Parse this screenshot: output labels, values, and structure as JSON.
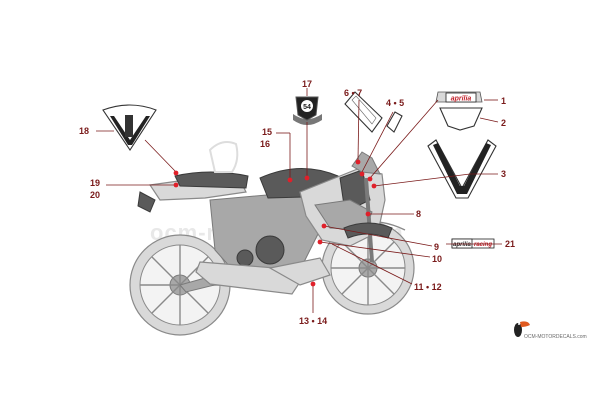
{
  "watermark": "ocm-motordecals.com",
  "footer_url": "OCM-MOTORDECALS.com",
  "callouts": [
    {
      "id": "c1",
      "label": "1"
    },
    {
      "id": "c2",
      "label": "2"
    },
    {
      "id": "c3",
      "label": "3"
    },
    {
      "id": "c45",
      "label": "4 • 5"
    },
    {
      "id": "c67",
      "label": "6 • 7"
    },
    {
      "id": "c8",
      "label": "8"
    },
    {
      "id": "c9",
      "label": "9"
    },
    {
      "id": "c10",
      "label": "10"
    },
    {
      "id": "c1112",
      "label": "11 • 12"
    },
    {
      "id": "c1314",
      "label": "13 • 14"
    },
    {
      "id": "c15",
      "label": "15"
    },
    {
      "id": "c16",
      "label": "16"
    },
    {
      "id": "c17",
      "label": "17"
    },
    {
      "id": "c18",
      "label": "18"
    },
    {
      "id": "c19",
      "label": "19"
    },
    {
      "id": "c20",
      "label": "20"
    },
    {
      "id": "c21",
      "label": "21"
    }
  ],
  "decals": {
    "aprilia_logo": "aprilia",
    "aprilia_racing_1": "aprilia",
    "aprilia_racing_2": "racing",
    "seal_number": "54"
  },
  "colors": {
    "callout": "#7a1a1a",
    "marker": "#e0202a"
  }
}
